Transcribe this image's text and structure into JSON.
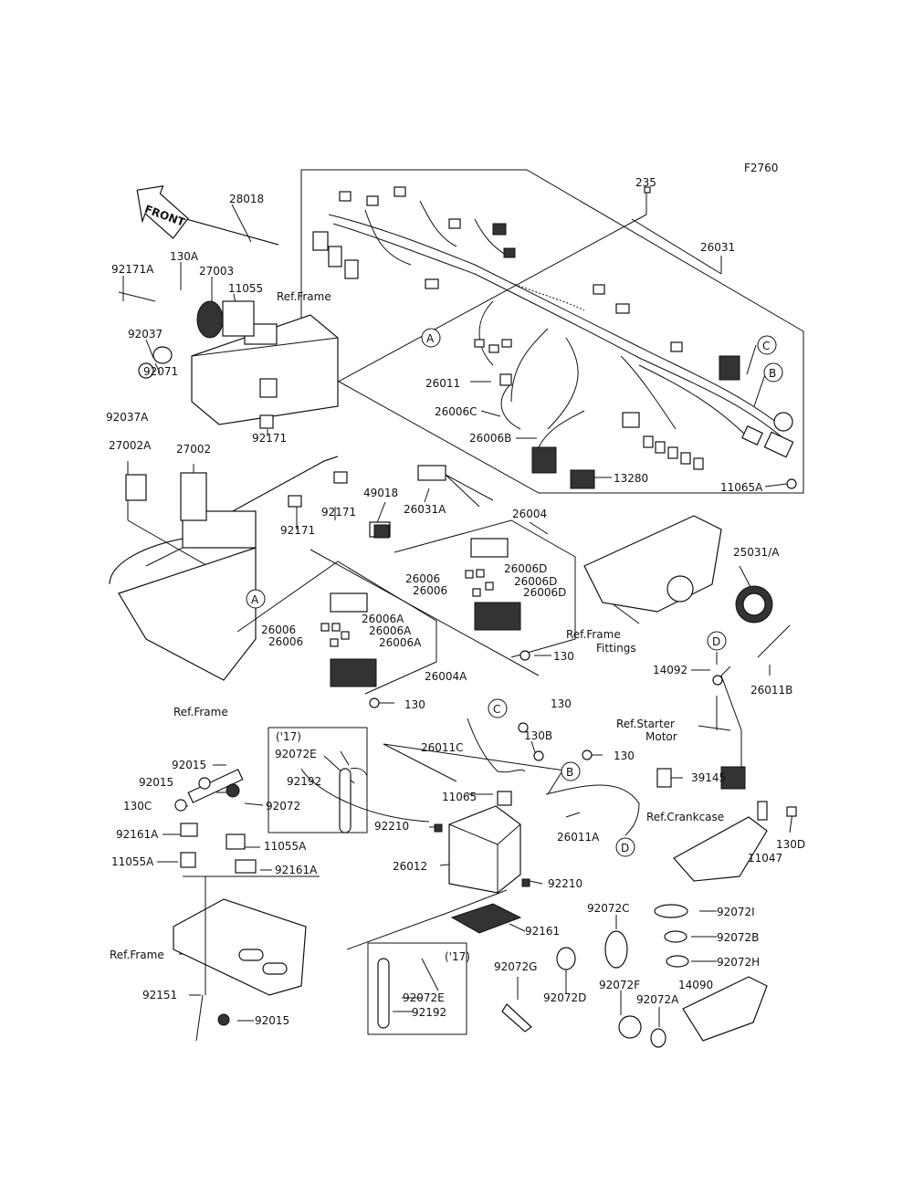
{
  "figure_code": "F2760",
  "front_arrow": "FRONT",
  "callouts": {
    "A": "A",
    "B": "B",
    "C": "C",
    "D": "D"
  },
  "labels": {
    "p235": "235",
    "p26031": "26031",
    "p28018": "28018",
    "p130A": "130A",
    "p27003": "27003",
    "p92171A": "92171A",
    "p11055": "11055",
    "refFrame1": "Ref.Frame",
    "p92037": "92037",
    "p92071": "92071",
    "p92037A": "92037A",
    "p92171_1": "92171",
    "p26011": "26011",
    "p26006C": "26006C",
    "p26006B": "26006B",
    "p13280": "13280",
    "p11065A": "11065A",
    "p27002A": "27002A",
    "p27002": "27002",
    "p92171_2": "92171",
    "p92171_3": "92171",
    "p49018": "49018",
    "p26031A": "26031A",
    "p26004": "26004",
    "p26006_1": "26006",
    "p26006D_1": "26006D",
    "p26006D_2": "26006D",
    "p26006_2": "26006",
    "p26006D_3": "26006D",
    "p25031A": "25031/A",
    "refFrameFittings1": "Ref.Frame",
    "refFrameFittings2": "Fittings",
    "p26006_3": "26006",
    "p26006A_1": "26006A",
    "p26006A_2": "26006A",
    "p26006_4": "26006",
    "p26006A_3": "26006A",
    "p130_1": "130",
    "p26004A": "26004A",
    "p130_2": "130",
    "refFrame2": "Ref.Frame",
    "p14092": "14092",
    "p26011B": "26011B",
    "refStarter1": "Ref.Starter",
    "refStarter2": "Motor",
    "p130_3": "130",
    "p130B": "130B",
    "p130_4": "130",
    "p26011C": "26011C",
    "year17_1": "('17)",
    "p92072E_1": "92072E",
    "p92192_1": "92192",
    "p92015_1": "92015",
    "p92015_2": "92015",
    "p130C": "130C",
    "p92072": "92072",
    "p92161A_1": "92161A",
    "p11055A_1": "11055A",
    "p11055A_2": "11055A",
    "p92161A_2": "92161A",
    "p11065": "11065",
    "p92210_1": "92210",
    "p26012": "26012",
    "p92210_2": "92210",
    "p26011A": "26011A",
    "p39145": "39145",
    "refCrankcase": "Ref.Crankcase",
    "p11047": "11047",
    "p130D": "130D",
    "p92161": "92161",
    "p92072C": "92072C",
    "p92072I": "92072I",
    "p92072B": "92072B",
    "p92072H": "92072H",
    "refFrame3": "Ref.Frame",
    "year17_2": "('17)",
    "p92072E_2": "92072E",
    "p92192_2": "92192",
    "p92072G": "92072G",
    "p92072D": "92072D",
    "p92072F": "92072F",
    "p92072A": "92072A",
    "p14090": "14090",
    "p92151": "92151",
    "p92015_3": "92015"
  }
}
